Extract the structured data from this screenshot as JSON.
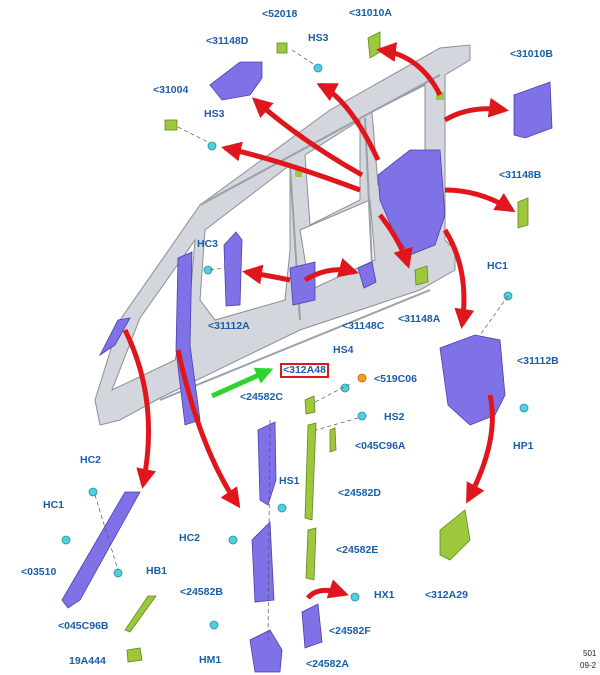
{
  "labels": {
    "p52018": "<52018",
    "p31010A": "<31010A",
    "p31148D": "<31148D",
    "pHS3a": "HS3",
    "p31010B": "<31010B",
    "p31004": "<31004",
    "pHS3b": "HS3",
    "p31148B": "<31148B",
    "pHC3": "HC3",
    "pHC1a": "HC1",
    "p31112Aleft": "<31112A",
    "p31148C": "<31148C",
    "p31148A": "<31148A",
    "p31112Bright": "<31112B",
    "pHS4": "HS4",
    "p312A48": "<312A48",
    "p519C06": "<519C06",
    "p24582C": "<24582C",
    "pHS2": "HS2",
    "p045C96A": "<045C96A",
    "pHP1": "HP1",
    "pHC2a": "HC2",
    "pHS1": "HS1",
    "p24582D": "<24582D",
    "pHC1b": "HC1",
    "pHC2b": "HC2",
    "p24582E": "<24582E",
    "p03510": "<03510",
    "pHB1": "HB1",
    "p24582B": "<24582B",
    "pHX1": "HX1",
    "p312A29": "<312A29",
    "p045C96B": "<045C96B",
    "p24582F": "<24582F",
    "p19A444": "19A444",
    "pHM1": "HM1",
    "p24582A": "<24582A"
  },
  "footer": {
    "code1": "501",
    "code2": "09-2"
  },
  "colors": {
    "label": "#1a5ea8",
    "arrow_red": "#e0161d",
    "arrow_green": "#2fd32f",
    "trim_purple": "#7f72e6",
    "part_green": "#9dc73c",
    "fastener_cyan": "#4fd0e0",
    "body_gray": "#cdd0d6"
  }
}
